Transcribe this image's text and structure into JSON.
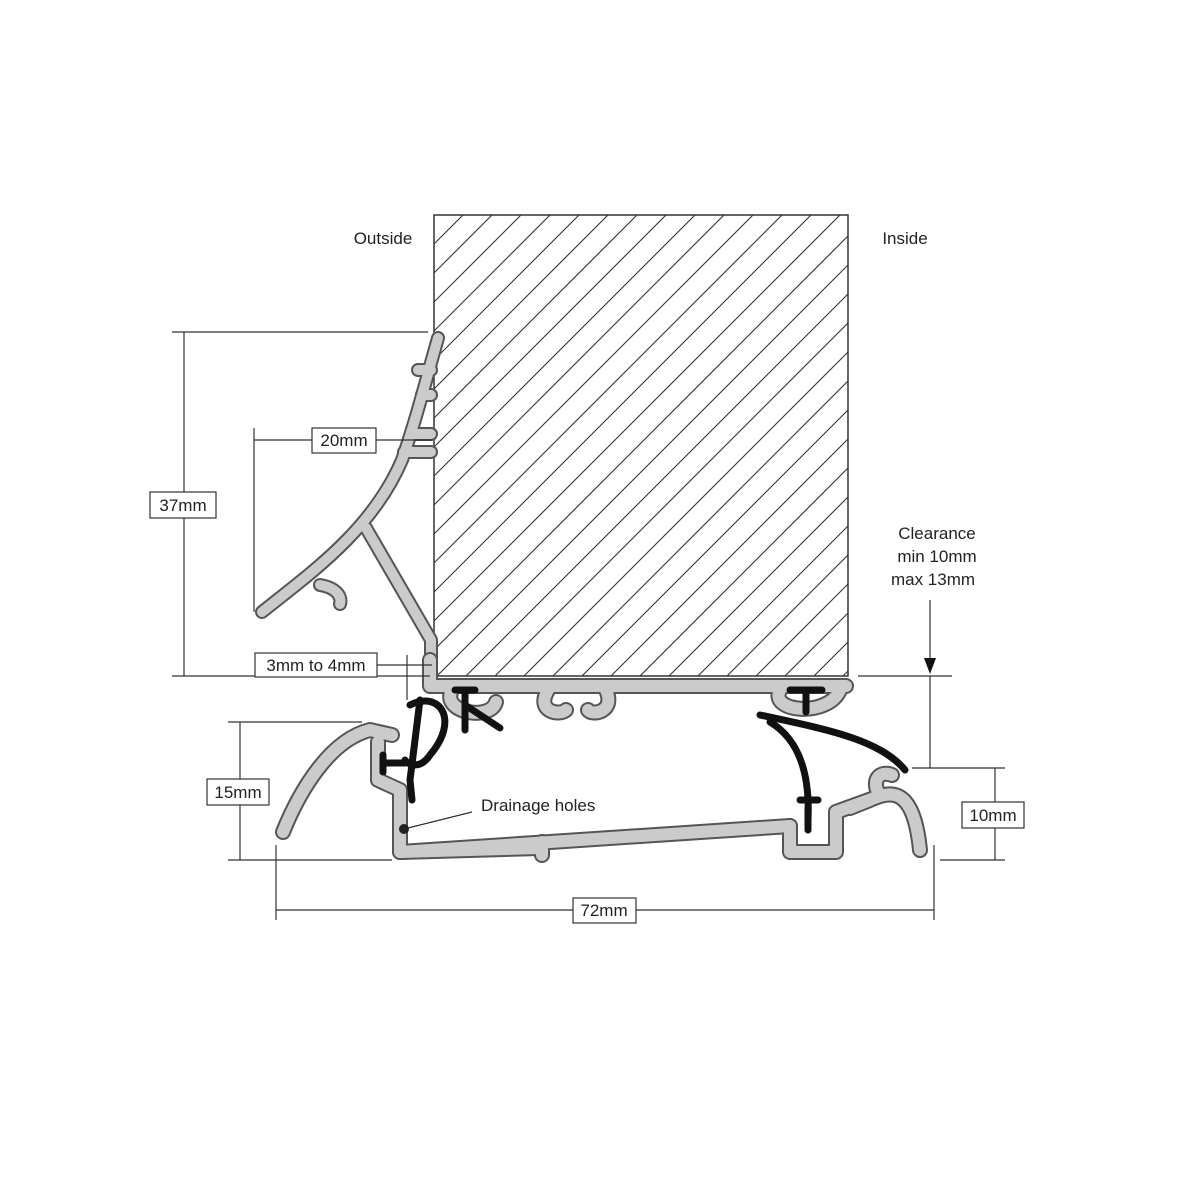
{
  "labels": {
    "outside": "Outside",
    "inside": "Inside",
    "clearance_line1": "Clearance",
    "clearance_line2": "min 10mm",
    "clearance_line3": "max 13mm",
    "drainage": "Drainage holes"
  },
  "dimensions": {
    "height_weatherbar": "37mm",
    "weatherbar_projection": "20mm",
    "gap": "3mm to 4mm",
    "sill_outer_height": "15mm",
    "sill_inner_height": "10mm",
    "sill_width": "72mm"
  },
  "colors": {
    "profile": "#cbcbcb",
    "outline": "#555555",
    "seal": "#111111"
  }
}
